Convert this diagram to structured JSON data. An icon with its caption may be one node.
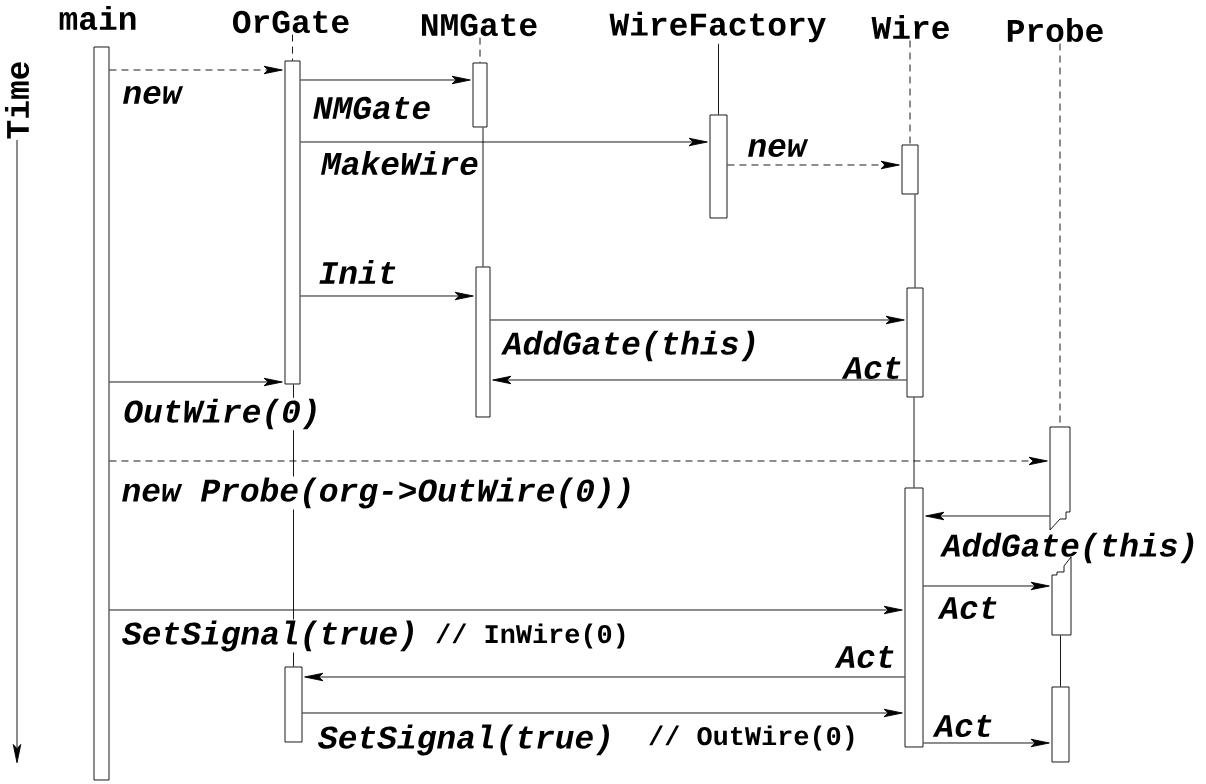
{
  "diagram": {
    "nodes": [
      {
        "text": [
          "main"
        ]
      },
      {
        "text": [
          "OrGate"
        ]
      },
      {
        "text": [
          "NMGate"
        ]
      },
      {
        "text": [
          "WireFactory"
        ]
      },
      {
        "text": [
          "Wire"
        ]
      },
      {
        "text": [
          "Probe"
        ]
      },
      {
        "text": [],
        "shape": "bar"
      },
      {
        "text": [],
        "shape": "bar"
      },
      {
        "text": [],
        "shape": "bar"
      },
      {
        "text": [],
        "shape": "bar"
      },
      {
        "text": [],
        "shape": "bar"
      },
      {
        "text": [],
        "shape": "bar"
      },
      {
        "text": [],
        "shape": "bar"
      },
      {
        "text": [],
        "shape": "bar"
      },
      {
        "text": [],
        "shape": "bar"
      },
      {
        "text": [],
        "shape": "bar"
      },
      {
        "text": [],
        "shape": "bar"
      },
      {
        "text": [],
        "shape": "bar"
      }
    ],
    "edges": [
      {
        "from": 6,
        "to": 7,
        "arrow": "to",
        "label": "new",
        "style": "dashed"
      },
      {
        "from": 7,
        "to": 8,
        "arrow": "to",
        "label": "NMGate"
      },
      {
        "from": 7,
        "to": 9,
        "arrow": "to",
        "label": "MakeWire"
      },
      {
        "from": 9,
        "to": 10,
        "arrow": "to",
        "label": "new",
        "style": "dashed"
      },
      {
        "from": 7,
        "to": 11,
        "arrow": "to",
        "label": "Init"
      },
      {
        "from": 11,
        "to": 12,
        "arrow": "to",
        "label": "AddGate(this)"
      },
      {
        "from": 12,
        "to": 11,
        "arrow": "to",
        "label": "Act"
      },
      {
        "from": 6,
        "to": 7,
        "arrow": "to",
        "label": "OutWire(0)"
      },
      {
        "from": 6,
        "to": 13,
        "arrow": "to",
        "label": "new Probe(org->OutWire(0))",
        "style": "dashed"
      },
      {
        "from": 13,
        "to": 14,
        "arrow": "to",
        "label": "AddGate(this)"
      },
      {
        "from": 14,
        "to": 15,
        "arrow": "to",
        "label": "Act"
      },
      {
        "from": 6,
        "to": 14,
        "arrow": "to",
        "label": "SetSignal(true)"
      },
      {
        "from": 14,
        "to": 16,
        "arrow": "to",
        "label": "Act"
      },
      {
        "from": 16,
        "to": 14,
        "arrow": "to",
        "label": "SetSignal(true)"
      },
      {
        "from": 14,
        "to": 17,
        "arrow": "to",
        "label": "Act"
      },
      {
        "from": 1,
        "to": 7,
        "arrow": "none",
        "style": "dashed"
      },
      {
        "from": 7,
        "to": 16,
        "arrow": "none"
      },
      {
        "from": 2,
        "to": 8,
        "arrow": "none",
        "style": "dashed"
      },
      {
        "from": 8,
        "to": 11,
        "arrow": "none"
      },
      {
        "from": 3,
        "to": 9,
        "arrow": "none"
      },
      {
        "from": 4,
        "to": 10,
        "arrow": "none",
        "style": "dashed"
      },
      {
        "from": 10,
        "to": 12,
        "arrow": "none"
      },
      {
        "from": 12,
        "to": 14,
        "arrow": "none"
      },
      {
        "from": 5,
        "to": 13,
        "arrow": "none",
        "style": "dashed"
      },
      {
        "from": 15,
        "to": 17,
        "arrow": "none"
      }
    ],
    "labels": [
      "Time",
      "// InWire(0)",
      "// OutWire(0)"
    ]
  }
}
